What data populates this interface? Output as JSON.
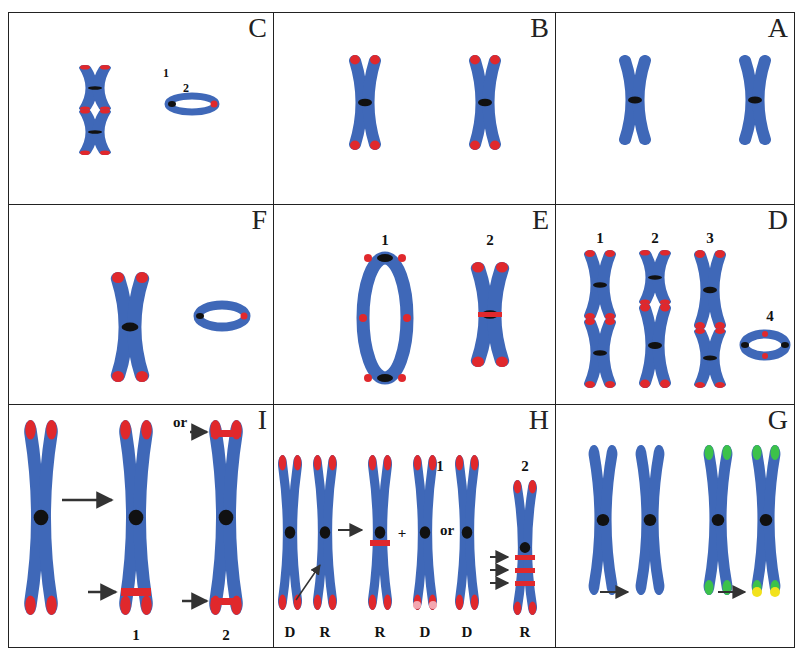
{
  "diagram": {
    "nodes": [
      {
        "text": [
          "C"
        ]
      },
      {
        "text": [
          "B"
        ]
      },
      {
        "text": [
          "A"
        ]
      },
      {
        "text": [
          "F"
        ]
      },
      {
        "text": [
          "E"
        ]
      },
      {
        "text": [
          "D"
        ]
      },
      {
        "text": [
          "I"
        ]
      },
      {
        "text": [
          "H"
        ]
      },
      {
        "text": [
          "G"
        ]
      }
    ],
    "labels": [
      "1",
      "2",
      "1",
      "2",
      "1",
      "2",
      "3",
      "4",
      "or",
      "1",
      "2",
      "1",
      "2",
      "D",
      "R",
      "R",
      "+",
      "D",
      "or",
      "D",
      "R"
    ]
  }
}
